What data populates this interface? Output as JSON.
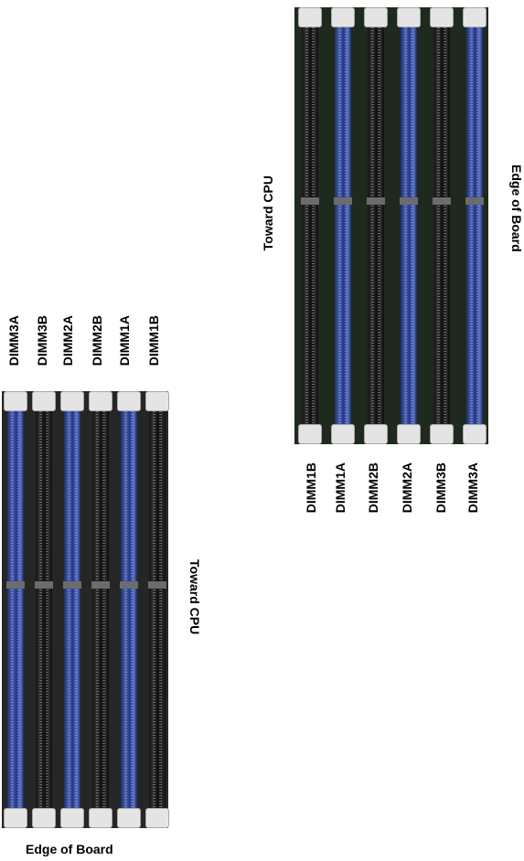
{
  "left_diagram": {
    "slot_labels": [
      "DIMM3A",
      "DIMM3B",
      "DIMM2A",
      "DIMM2B",
      "DIMM1A",
      "DIMM1B"
    ],
    "slot_colors": [
      "blue",
      "black",
      "blue",
      "black",
      "blue",
      "black"
    ],
    "side_label": "Toward CPU",
    "bottom_label": "Edge of Board"
  },
  "right_diagram": {
    "slot_labels": [
      "DIMM1B",
      "DIMM1A",
      "DIMM2B",
      "DIMM2A",
      "DIMM3B",
      "DIMM3A"
    ],
    "slot_colors": [
      "black",
      "blue",
      "black",
      "blue",
      "black",
      "blue"
    ],
    "side_label_left": "Toward CPU",
    "side_label_right": "Edge of Board"
  },
  "colors": {
    "blue_slot": "#3b52a8",
    "black_slot": "#1a1a1a",
    "board_green": "#1f2a1f",
    "clip": "#e4e4e4"
  }
}
